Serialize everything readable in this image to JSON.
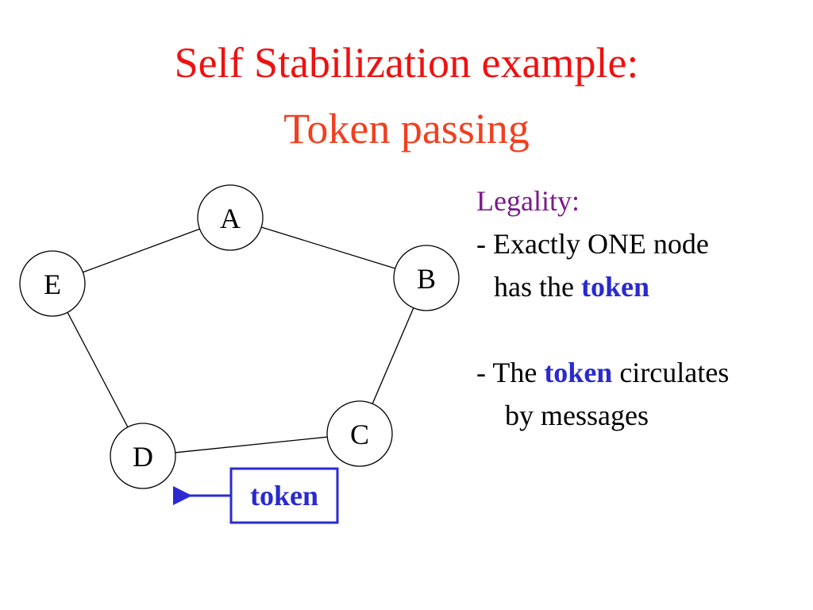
{
  "title": {
    "line1": "Self Stabilization example:",
    "line2": "Token passing",
    "line1_color": "#ee1111",
    "line2_color": "#f04020"
  },
  "diagram": {
    "nodes": [
      {
        "id": "A",
        "label": "A"
      },
      {
        "id": "B",
        "label": "B"
      },
      {
        "id": "C",
        "label": "C"
      },
      {
        "id": "D",
        "label": "D"
      },
      {
        "id": "E",
        "label": "E"
      }
    ],
    "edges": [
      [
        "A",
        "B"
      ],
      [
        "B",
        "C"
      ],
      [
        "C",
        "D"
      ],
      [
        "D",
        "E"
      ],
      [
        "E",
        "A"
      ]
    ],
    "token": {
      "label": "token",
      "color": "#2a2ad0",
      "direction": "left"
    }
  },
  "legality": {
    "heading": "Legality:",
    "heading_color": "#7a1a8a",
    "rule1_prefix": "- Exactly ONE node",
    "rule1_cont": "has the ",
    "rule1_keyword": "token",
    "rule2_prefix": "- The ",
    "rule2_keyword": "token",
    "rule2_suffix": " circulates",
    "rule2_cont": "by messages",
    "keyword_color": "#2a2ad0"
  }
}
